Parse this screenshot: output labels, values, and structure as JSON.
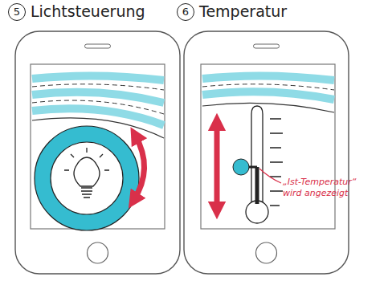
{
  "diagram": {
    "nodes": [
      {
        "text": [
          "5",
          "Lichtsteuerung"
        ]
      },
      {
        "text": [
          "6",
          "Temperatur"
        ]
      }
    ],
    "labels": [
      "„Ist-Temperatur“ wird angezeigt"
    ]
  }
}
